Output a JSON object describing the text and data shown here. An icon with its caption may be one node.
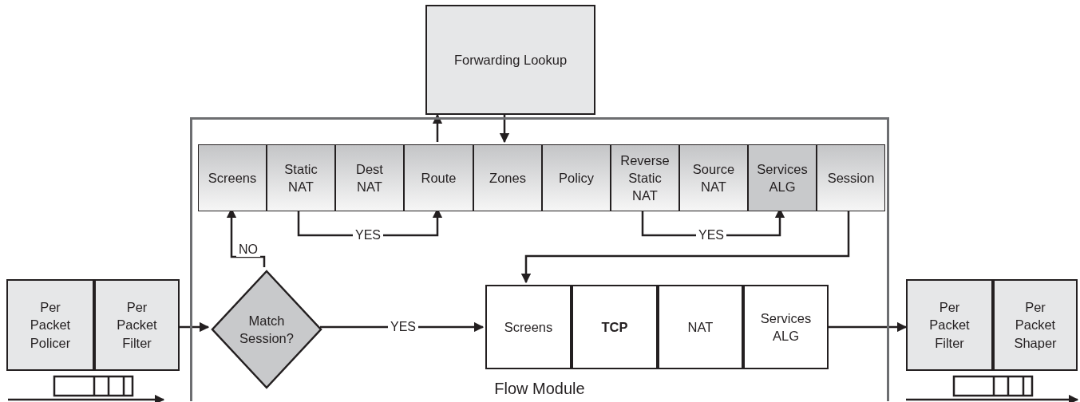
{
  "diagram": {
    "nodes": [
      {
        "text": [
          "Flow Module"
        ]
      },
      {
        "text": [
          "Forwarding Lookup"
        ]
      },
      {
        "text": [
          "Screens"
        ],
        "in": 0
      },
      {
        "text": [
          "Static NAT"
        ],
        "in": 0
      },
      {
        "text": [
          "Dest NAT"
        ],
        "in": 0
      },
      {
        "text": [
          "Route"
        ],
        "in": 0
      },
      {
        "text": [
          "Zones"
        ],
        "in": 0
      },
      {
        "text": [
          "Policy"
        ],
        "in": 0
      },
      {
        "text": [
          "Reverse Static NAT"
        ],
        "in": 0
      },
      {
        "text": [
          "Source NAT"
        ],
        "in": 0
      },
      {
        "text": [
          "Services ALG"
        ],
        "in": 0
      },
      {
        "text": [
          "Session"
        ],
        "in": 0
      },
      {
        "text": [
          "Match Session?"
        ],
        "in": 0
      },
      {
        "text": [
          "Screens"
        ],
        "in": 0
      },
      {
        "text": [
          "TCP"
        ],
        "in": 0
      },
      {
        "text": [
          "NAT"
        ],
        "in": 0
      },
      {
        "text": [
          "Services ALG"
        ],
        "in": 0
      },
      {
        "text": [
          "Per Packet Policer"
        ]
      },
      {
        "text": [
          "Per Packet Filter"
        ]
      },
      {
        "text": [
          "Per Packet Filter"
        ]
      },
      {
        "text": [
          "Per Packet Shaper"
        ]
      }
    ],
    "edges": [
      {
        "from": 5,
        "to": 1,
        "arrow": "to"
      },
      {
        "from": 1,
        "to": 6,
        "arrow": "to"
      },
      {
        "from": 3,
        "to": 5,
        "arrow": "to",
        "label": "YES"
      },
      {
        "from": 8,
        "to": 10,
        "arrow": "to",
        "label": "YES"
      },
      {
        "from": 11,
        "to": 13,
        "arrow": "to"
      },
      {
        "from": 12,
        "to": 2,
        "arrow": "to",
        "label": "NO"
      },
      {
        "from": 12,
        "to": 13,
        "arrow": "to",
        "label": "YES"
      },
      {
        "from": 18,
        "to": 12,
        "arrow": "to"
      },
      {
        "from": 16,
        "to": 19,
        "arrow": "to"
      }
    ]
  }
}
